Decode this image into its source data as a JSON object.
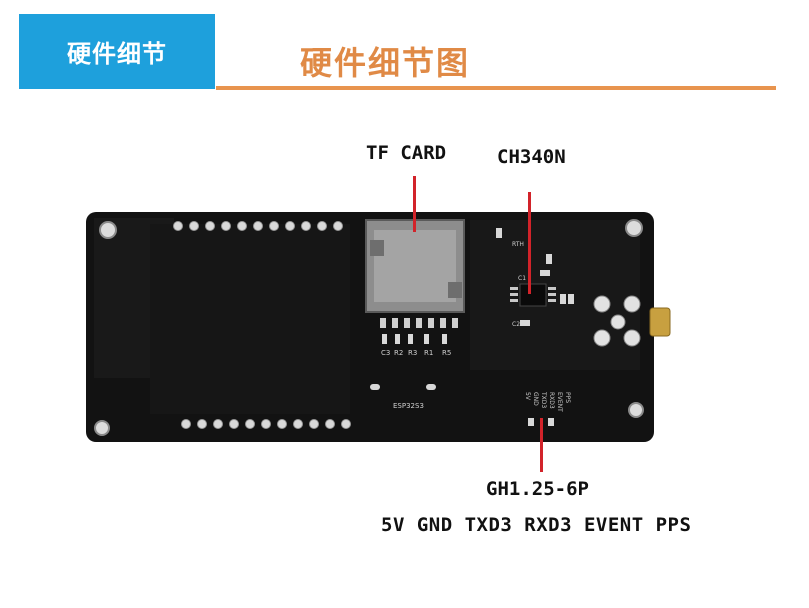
{
  "header": {
    "tag": "硬件细节",
    "title": "硬件细节图"
  },
  "labels": {
    "tf_card": "TF CARD",
    "ch340n": "CH340N",
    "gh_connector": "GH1.25-6P",
    "pinout": "5V GND TXD3 RXD3 EVENT PPS"
  },
  "silkscreen": {
    "esp": "ESP32S3",
    "rth": "RTH",
    "c1": "C1",
    "c2": "C2",
    "c3": "C3",
    "r1": "R1",
    "r2": "R2",
    "r3": "R3",
    "r5": "R5",
    "pin_labels": [
      "5V",
      "GND",
      "TXD3",
      "RXD3",
      "EVENT",
      "PPS"
    ]
  },
  "colors": {
    "tag_bg": "#1ea0dc",
    "title": "#e08a46",
    "pointer": "#d2232a",
    "pcb": "#121212"
  }
}
